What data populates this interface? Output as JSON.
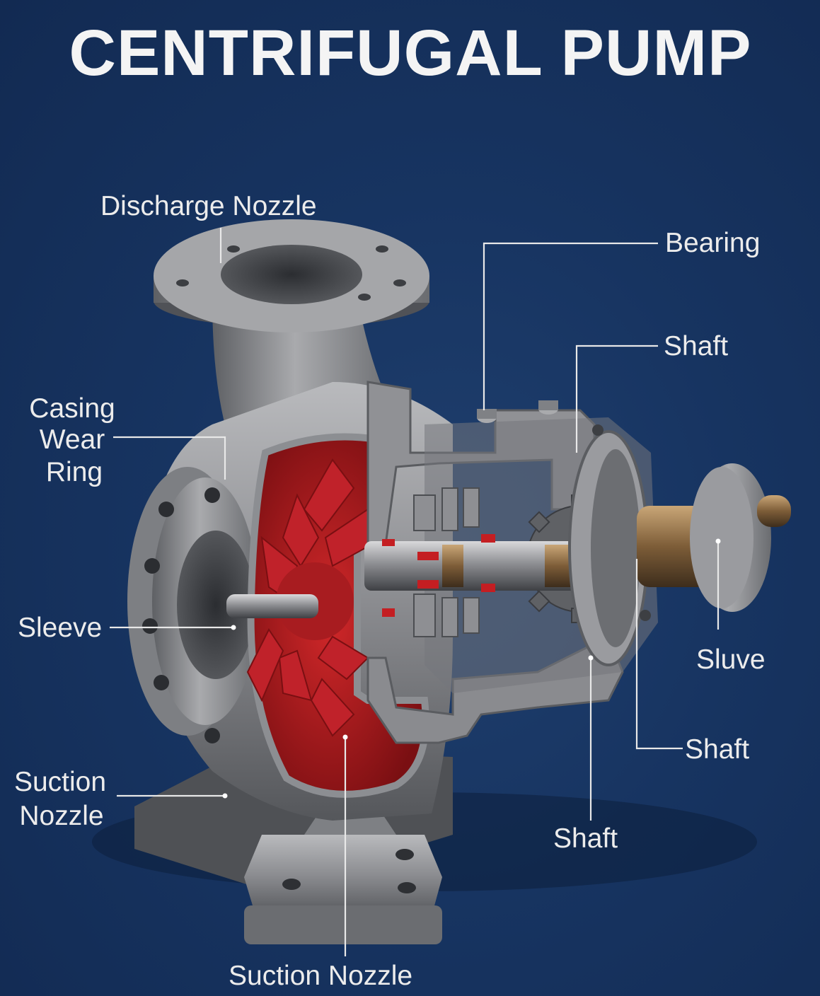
{
  "title": "CENTRIFUGAL PUMP",
  "labels": {
    "discharge_nozzle": "Discharge Nozzle",
    "bearing": "Bearing",
    "shaft_top": "Shaft",
    "casing_wear_ring": [
      "Casing",
      "Wear",
      "Ring"
    ],
    "sleeve": "Sleeve",
    "sluve": "Sluve",
    "shaft_right": "Shaft",
    "suction_nozzle_left": [
      "Suction",
      "Nozzle"
    ],
    "shaft_bottom": "Shaft",
    "suction_nozzle_bottom": "Suction Nozzle"
  },
  "colors": {
    "background": "#173461",
    "metal": "#8e8f92",
    "metal_dark": "#4d4f53",
    "impeller_red": "#b0191b",
    "brass": "#8a6b44",
    "text": "#ececec"
  }
}
